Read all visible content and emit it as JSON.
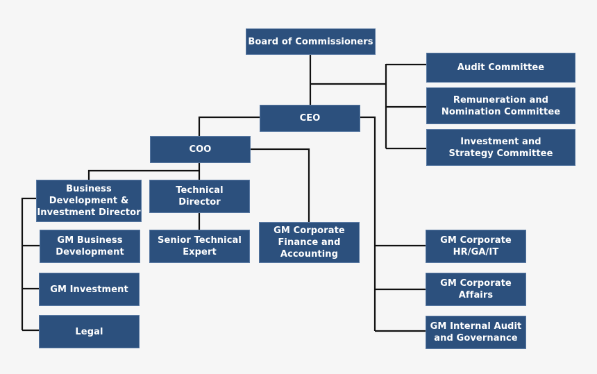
{
  "colors": {
    "box_fill": "#2c507d",
    "box_text": "#ffffff",
    "connector": "#111111",
    "background": "#f6f6f6"
  },
  "nodes": {
    "board": "Board of Commissioners",
    "audit_committee": "Audit Committee",
    "remuneration_committee": "Remuneration and\nNomination Committee",
    "investment_committee": "Investment and\nStrategy Committee",
    "ceo": "CEO",
    "coo": "COO",
    "bd_director": "Business\nDevelopment &\nInvestment Director",
    "technical_director": "Technical\nDirector",
    "gm_business_development": "GM Business\nDevelopment",
    "senior_technical_expert": "Senior Technical\nExpert",
    "gm_corporate_finance": "GM Corporate\nFinance and\nAccounting",
    "gm_investment": "GM Investment",
    "legal": "Legal",
    "gm_corporate_hr": "GM Corporate\nHR/GA/IT",
    "gm_corporate_affairs": "GM Corporate\nAffairs",
    "gm_internal_audit": "GM Internal Audit\nand Governance"
  }
}
